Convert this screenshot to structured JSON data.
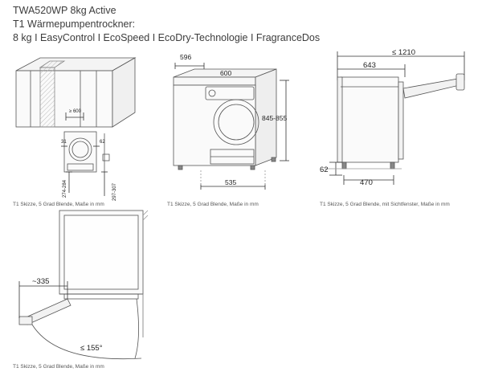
{
  "header": {
    "line1": "TWA520WP 8kg Active",
    "line2": "T1 Wärmepumpentrockner:",
    "line3": "8 kg I EasyControl I EcoSpeed I EcoDry-Technologie I FragranceDos"
  },
  "captions": {
    "cap1": "T1 Skizze, 5 Grad Blende, Maße in mm",
    "cap2": "T1 Skizze, 5 Grad Blende, Maße in mm",
    "cap3": "T1 Skizze, 5 Grad Blende, mit Sichtfenster, Maße in mm",
    "cap4": "T1 Skizze, 5 Grad Blende, Maße in mm"
  },
  "dims_side_panel": {
    "width": "≥ 600",
    "left_offset": "31",
    "right_offset": "62",
    "height_left": "274-284",
    "height_right": "297-307"
  },
  "dims_front": {
    "top_width": "596",
    "inner_width": "600",
    "height": "845-855",
    "bottom_width": "535"
  },
  "dims_side": {
    "total_depth": "≤ 1210",
    "depth": "643",
    "foot_height": "62",
    "foot_distance": "470"
  },
  "dims_top": {
    "door_offset": "~335",
    "door_angle": "≤ 155°"
  }
}
